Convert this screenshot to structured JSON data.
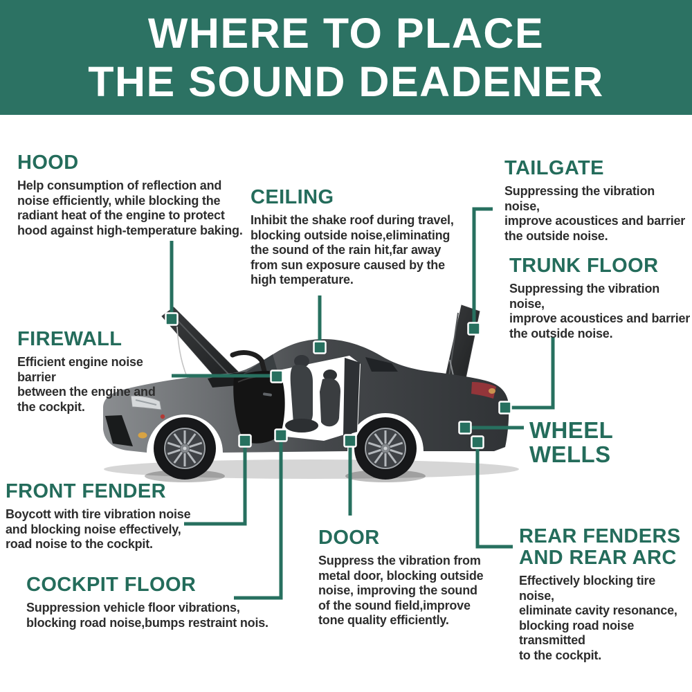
{
  "banner": {
    "title_line1": "WHERE TO PLACE",
    "title_line2": "THE SOUND DEADENER"
  },
  "colors": {
    "banner_background": "#2c7263",
    "heading_teal": "#246c5b",
    "connector_teal": "#27705f",
    "body_text": "#2d2d2d",
    "page_background": "#ffffff"
  },
  "car": {
    "label": "dark gray sports coupe, side view, hood, doors and trunk open"
  },
  "sections": {
    "hood": {
      "title": "HOOD",
      "body": "Help consumption of reflection and\nnoise efficiently, while blocking the\nradiant heat of the engine to protect\nhood against high-temperature baking."
    },
    "ceiling": {
      "title": "CEILING",
      "body": "Inhibit the shake roof during travel,\nblocking outside noise,eliminating\nthe sound of the rain hit,far away\nfrom sun exposure caused by the\nhigh temperature."
    },
    "tailgate": {
      "title": "TAILGATE",
      "body": "Suppressing the vibration noise,\nimprove acoustices and barrier\nthe outside noise."
    },
    "trunk_floor": {
      "title": "TRUNK FLOOR",
      "body": "Suppressing the vibration noise,\nimprove acoustices and barrier\nthe outside noise."
    },
    "firewall": {
      "title": "FIREWALL",
      "body": "Efficient engine noise barrier\nbetween the engine and\nthe cockpit."
    },
    "wheel_wells": {
      "title": "WHEEL WELLS"
    },
    "front_fender": {
      "title": "FRONT FENDER",
      "body": "Boycott with tire vibration noise\nand blocking noise effectively,\nroad noise to the cockpit."
    },
    "cockpit_floor": {
      "title": "COCKPIT FLOOR",
      "body": "Suppression vehicle floor vibrations,\nblocking road noise,bumps restraint nois."
    },
    "door": {
      "title": "DOOR",
      "body": "Suppress the vibration from\nmetal door, blocking outside\nnoise, improving the sound\nof the sound field,improve\ntone quality efficiently."
    },
    "rear_fenders": {
      "title": "REAR FENDERS\nAND REAR ARC",
      "body": "Effectively blocking tire noise,\neliminate cavity resonance,\nblocking road noise transmitted\nto the cockpit."
    }
  }
}
